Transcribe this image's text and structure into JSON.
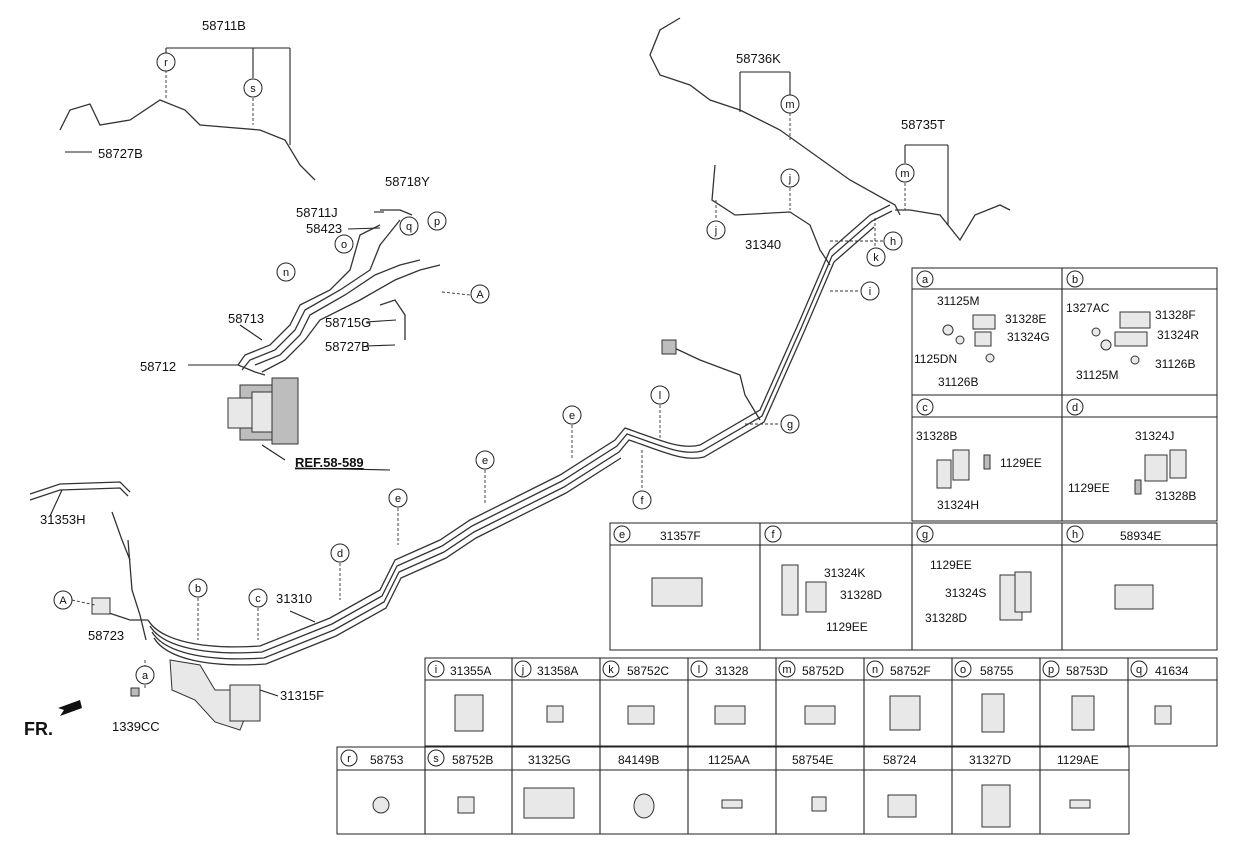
{
  "callouts": {
    "p58711B": "58711B",
    "p58727B_top": "58727B",
    "p58718Y": "58718Y",
    "p58711J": "58711J",
    "p58423": "58423",
    "p58713": "58713",
    "p58712": "58712",
    "p58715G": "58715G",
    "p58727B_mid": "58727B",
    "ref": "REF.58-589",
    "p58736K": "58736K",
    "p58735T": "58735T",
    "p31340": "31340",
    "p31353H": "31353H",
    "p58723": "58723",
    "p31310": "31310",
    "p31315F": "31315F",
    "p1339CC": "1339CC",
    "fr": "FR."
  },
  "letters": {
    "r": "r",
    "s": "s",
    "o": "o",
    "q": "q",
    "p": "p",
    "n": "n",
    "A": "A",
    "m": "m",
    "j": "j",
    "k": "k",
    "h": "h",
    "i": "i",
    "g": "g",
    "l": "l",
    "e": "e",
    "f": "f",
    "d": "d",
    "c": "c",
    "b": "b",
    "a": "a"
  },
  "detail_a": {
    "letter": "a",
    "labels": [
      "31125M",
      "31328E",
      "31324G",
      "1125DN",
      "31126B"
    ]
  },
  "detail_b": {
    "letter": "b",
    "labels": [
      "1327AC",
      "31328F",
      "31324R",
      "31125M",
      "31126B"
    ]
  },
  "detail_c": {
    "letter": "c",
    "labels": [
      "31328B",
      "1129EE",
      "31324H"
    ]
  },
  "detail_d": {
    "letter": "d",
    "labels": [
      "31324J",
      "1129EE",
      "31328B"
    ]
  },
  "row_efgh": [
    {
      "letter": "e",
      "part": "31357F"
    },
    {
      "letter": "f",
      "part": "",
      "labels": [
        "31324K",
        "31328D",
        "1129EE"
      ]
    },
    {
      "letter": "g",
      "part": "",
      "labels": [
        "1129EE",
        "31324S",
        "31328D"
      ]
    },
    {
      "letter": "h",
      "part": "58934E"
    }
  ],
  "row_i_q": [
    {
      "letter": "i",
      "part": "31355A"
    },
    {
      "letter": "j",
      "part": "31358A"
    },
    {
      "letter": "k",
      "part": "58752C"
    },
    {
      "letter": "l",
      "part": "31328"
    },
    {
      "letter": "m",
      "part": "58752D"
    },
    {
      "letter": "n",
      "part": "58752F"
    },
    {
      "letter": "o",
      "part": "58755"
    },
    {
      "letter": "p",
      "part": "58753D"
    },
    {
      "letter": "q",
      "part": "41634"
    }
  ],
  "row_bottom": [
    {
      "letter": "r",
      "part": "58753"
    },
    {
      "letter": "s",
      "part": "58752B"
    },
    {
      "letter": "",
      "part": "31325G"
    },
    {
      "letter": "",
      "part": "84149B"
    },
    {
      "letter": "",
      "part": "1125AA"
    },
    {
      "letter": "",
      "part": "58754E"
    },
    {
      "letter": "",
      "part": "58724"
    },
    {
      "letter": "",
      "part": "31327D"
    },
    {
      "letter": "",
      "part": "1129AE"
    }
  ]
}
